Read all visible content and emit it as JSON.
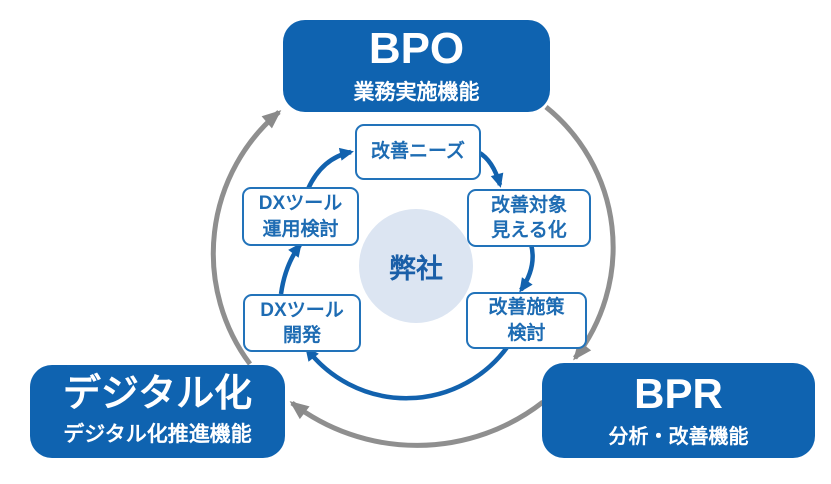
{
  "diagram": {
    "center": {
      "label": "弊社"
    },
    "outer_nodes": {
      "bpo": {
        "title": "BPO",
        "subtitle": "業務実施機能"
      },
      "bpr": {
        "title": "BPR",
        "subtitle": "分析・改善機能"
      },
      "digital": {
        "title": "デジタル化",
        "subtitle": "デジタル化推進機能"
      }
    },
    "inner_nodes": {
      "needs": {
        "line1": "改善ニーズ"
      },
      "visualize": {
        "line1": "改善対象",
        "line2": "見える化"
      },
      "measures": {
        "line1": "改善施策",
        "line2": "検討"
      },
      "dev": {
        "line1": "DXツール",
        "line2": "開発"
      },
      "ops": {
        "line1": "DXツール",
        "line2": "運用検討"
      }
    },
    "colors": {
      "primary_blue": "#0f63b0",
      "arrow_blue": "#1262ae",
      "inner_border_blue": "#2273ba",
      "inner_text_blue": "#1e6cb3",
      "center_fill": "#dce5f2",
      "center_text": "#1a5fa8",
      "outer_cycle_gray": "#8f8f8f",
      "background": "#ffffff"
    }
  }
}
